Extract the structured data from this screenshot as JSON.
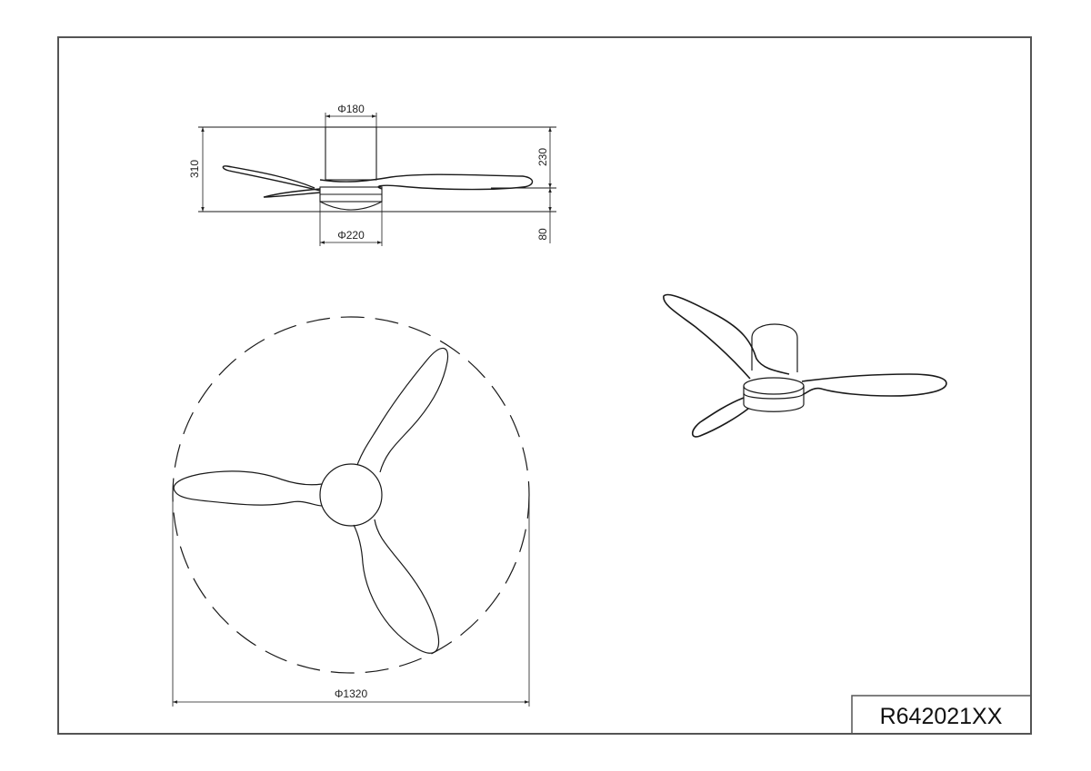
{
  "drawing": {
    "title_block": {
      "model_number": "R642021XX"
    },
    "side_view": {
      "dimensions": {
        "canopy_diameter": "Φ180",
        "light_diameter": "Φ220",
        "total_height": "310",
        "upper_height": "230",
        "lower_height": "80"
      }
    },
    "top_view": {
      "dimensions": {
        "sweep_diameter": "Φ1320"
      },
      "blade_count": 3
    },
    "perspective_view": {
      "blade_count": 3
    },
    "colors": {
      "line": "#1a1a1a",
      "frame": "#555555",
      "background": "#ffffff"
    }
  }
}
